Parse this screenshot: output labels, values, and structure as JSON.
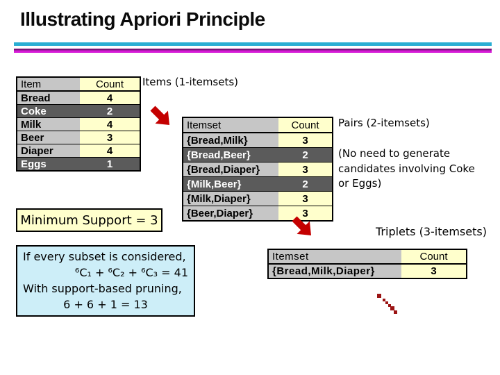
{
  "title": "Illustrating Apriori Principle",
  "labels": {
    "items": "Items (1-itemsets)",
    "pairs": "Pairs (2-itemsets)",
    "pairs_note": "(No need to generate candidates involving Coke or Eggs)",
    "triplets": "Triplets (3-itemsets)",
    "min_support": "Minimum Support = 3"
  },
  "tables": {
    "items": {
      "headers": [
        "Item",
        "Count"
      ],
      "rows": [
        {
          "itemset": "Bread",
          "count": "4",
          "pruned": false
        },
        {
          "itemset": "Coke",
          "count": "2",
          "pruned": true
        },
        {
          "itemset": "Milk",
          "count": "4",
          "pruned": false
        },
        {
          "itemset": "Beer",
          "count": "3",
          "pruned": false
        },
        {
          "itemset": "Diaper",
          "count": "4",
          "pruned": false
        },
        {
          "itemset": "Eggs",
          "count": "1",
          "pruned": true
        }
      ]
    },
    "pairs": {
      "headers": [
        "Itemset",
        "Count"
      ],
      "rows": [
        {
          "itemset": "{Bread,Milk}",
          "count": "3",
          "pruned": false
        },
        {
          "itemset": "{Bread,Beer}",
          "count": "2",
          "pruned": true
        },
        {
          "itemset": "{Bread,Diaper}",
          "count": "3",
          "pruned": false
        },
        {
          "itemset": "{Milk,Beer}",
          "count": "2",
          "pruned": true
        },
        {
          "itemset": "{Milk,Diaper}",
          "count": "3",
          "pruned": false
        },
        {
          "itemset": "{Beer,Diaper}",
          "count": "3",
          "pruned": false
        }
      ]
    },
    "triplets": {
      "headers": [
        "Itemset",
        "Count"
      ],
      "rows": [
        {
          "itemset": "{Bread,Milk,Diaper}",
          "count": "3",
          "pruned": false
        }
      ]
    }
  },
  "note_box": {
    "line1": "If every subset is considered,",
    "line2": "⁶C₁ + ⁶C₂ + ⁶C₃ = 41",
    "line3": "With support-based pruning,",
    "line4": "6 + 6 + 1 = 13"
  },
  "icons": {
    "flow_arrow": "red-down-right-arrow",
    "trail": "red-dotted-diagonal-trail"
  },
  "colors": {
    "accent_teal": "#29AED3",
    "accent_purple": "#761676",
    "accent_magenta": "#D619D6",
    "table_gray": "#C6C6C6",
    "table_yellow": "#FFFFCC",
    "pruned_dark": "#5B5B5B",
    "arrow_red": "#C40000",
    "trail_red": "#9B1414",
    "note_blue": "#CDEEF8"
  }
}
